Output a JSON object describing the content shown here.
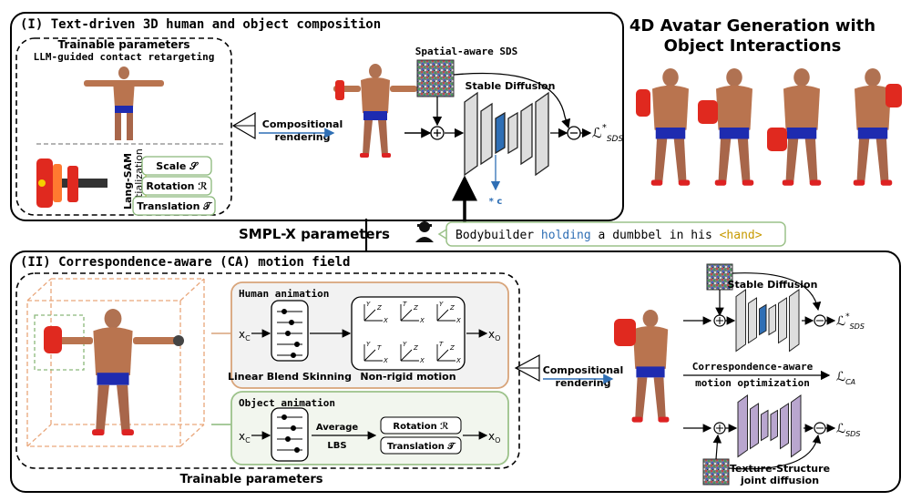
{
  "title": {
    "line1": "4D Avatar Generation with",
    "line2": "Object Interactions"
  },
  "panel1": {
    "heading": "(I) Text-driven 3D human and object composition",
    "trainable_title": "Trainable parameters",
    "llm_label": "LLM-guided contact retargeting",
    "lang_sam": "Lang-SAM",
    "initialization": "initialization",
    "params": {
      "scale": "Scale 𝒮",
      "rotation": "Rotation ℛ",
      "translation": "Translation 𝒯"
    },
    "compositional": "Compositional",
    "rendering": "rendering",
    "spatial_sds": "Spatial-aware SDS",
    "stable_diffusion": "Stable Diffusion",
    "c_label": "* c",
    "loss_base": "ℒ",
    "loss_sup": "*",
    "loss_sub": "SDS"
  },
  "middle": {
    "smplx": "SMPL-X parameters",
    "prompt_before": "Bodybuilder ",
    "prompt_holding": "holding",
    "prompt_middle": " a dumbbel in his ",
    "prompt_hand": "<hand>"
  },
  "panel2": {
    "heading": "(II) Correspondence-aware (CA) motion field",
    "human_anim": "Human animation",
    "lbs": "Linear Blend Skinning",
    "nonrigid": "Non-rigid motion",
    "xc": "x",
    "xc_sub": "C",
    "xo": "x",
    "xo_sub": "O",
    "object_anim": "Object animation",
    "avg1": "Average",
    "avg2": "LBS",
    "rotation": "Rotation ℛ",
    "translation": "Translation 𝒯",
    "trainable": "Trainable parameters",
    "compositional": "Compositional",
    "rendering": "rendering",
    "stable_diffusion": "Stable Diffusion",
    "ca_motion1": "Correspondence-aware",
    "ca_motion2": "motion optimization",
    "tex1": "Texture-Structure",
    "tex2": "joint diffusion",
    "loss_sds_star": "ℒ",
    "loss_sup": "*",
    "loss_sds_sub": "SDS",
    "loss_ca_sub": "CA",
    "grid_axes": [
      "Y",
      "Z",
      "X",
      "T"
    ]
  },
  "colors": {
    "accent_blue": "#2f6fb5",
    "human_panel_bg": "#f2f2f2",
    "human_panel_border": "#d8a47a",
    "object_panel_bg": "#f2f6ee",
    "object_panel_border": "#9cc28a",
    "hand_color": "#c79a00",
    "purple": "#b9a6cf",
    "dumbbell_red": "#e0291f"
  }
}
